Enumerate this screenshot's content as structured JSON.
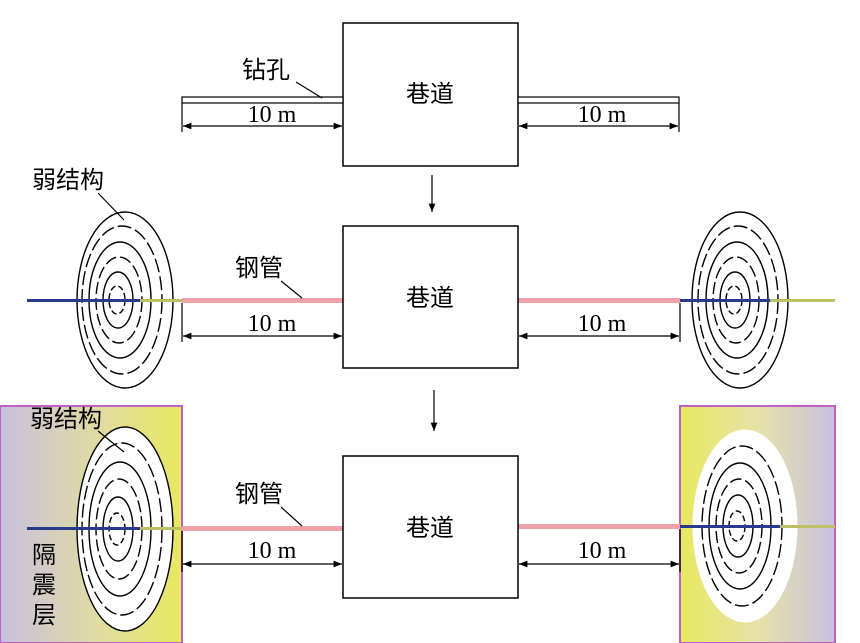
{
  "stage1": {
    "tunnel_label": "巷道",
    "borehole_label": "钻孔",
    "left_distance": "10 m",
    "right_distance": "10 m"
  },
  "stage2": {
    "tunnel_label": "巷道",
    "weak_structure_label": "弱结构",
    "steel_pipe_label": "钢管",
    "left_distance": "10 m",
    "right_distance": "10 m"
  },
  "stage3": {
    "tunnel_label": "巷道",
    "weak_structure_label": "弱结构",
    "steel_pipe_label": "钢管",
    "isolation_layer_chars": [
      "隔",
      "震",
      "层"
    ],
    "left_distance": "10 m",
    "right_distance": "10 m"
  },
  "colors": {
    "steel_pipe": "#f0a0a8",
    "pipe_inner": "#2a3a8a",
    "isolation_yellow": "#e8e860",
    "isolation_lavender": "#c8c0e0",
    "isolation_border": "#c060c0"
  }
}
